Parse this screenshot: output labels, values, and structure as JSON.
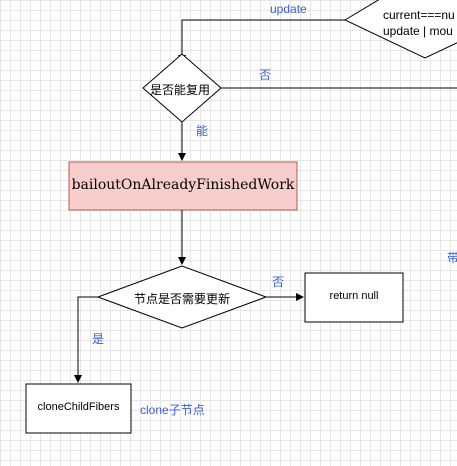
{
  "diagram": {
    "nodes": {
      "top_condition_line1": "current===nu",
      "top_condition_line2": "update | mou",
      "reuse_decision": "是否能复用",
      "bailout": "bailoutOnAlreadyFinishedWork",
      "node_update_decision": "节点是否需要更新",
      "return_null": "return null",
      "clone_child_fibers": "cloneChildFibers"
    },
    "edge_labels": {
      "update": "update",
      "reuse_no": "否",
      "reuse_yes": "能",
      "update_no": "否",
      "update_yes": "是",
      "clone_note": "clone子节点",
      "right_edge_fragment": "带"
    },
    "colors": {
      "bailout_fill": "#f8cecc",
      "bailout_stroke": "#b85450",
      "label_blue": "#3b5bdb"
    }
  }
}
